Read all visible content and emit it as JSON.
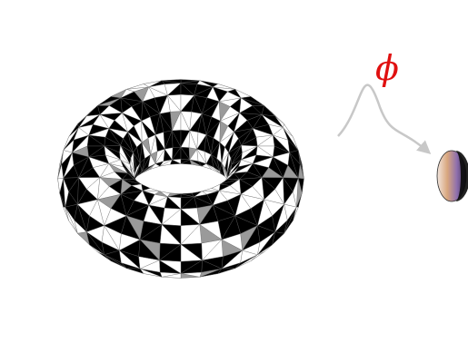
{
  "figure": {
    "map_label": "ϕ",
    "colors": {
      "background": "#ffffff",
      "dark_face": "#000000",
      "light_face": "#ffffff",
      "gray_face": "#9a9a9a",
      "edge": "#666666",
      "map_label": "#e01010",
      "arrow": "#c8c8c8",
      "disc_gradient": [
        "#f2e6df",
        "#d9a77e",
        "#8e6fae",
        "#3a2f52"
      ]
    },
    "elements": [
      "triangulated-torus",
      "map-arrow",
      "map-label",
      "target-disc"
    ]
  }
}
